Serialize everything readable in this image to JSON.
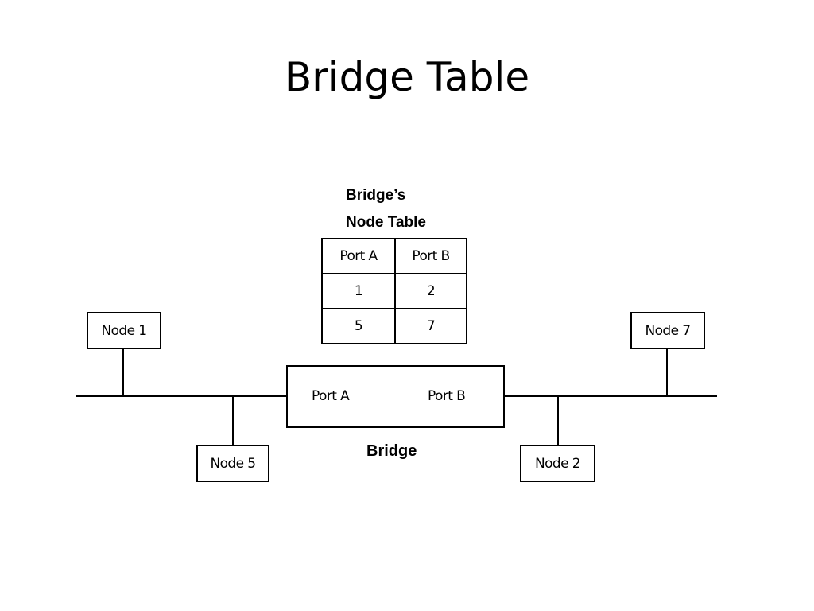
{
  "title": "Bridge Table",
  "diagram": {
    "table_caption": [
      "Bridge’s",
      "Node Table"
    ],
    "node_table": {
      "headers": [
        "Port A",
        "Port B"
      ],
      "rows": [
        [
          "1",
          "2"
        ],
        [
          "5",
          "7"
        ]
      ]
    },
    "bridge_label": "Bridge",
    "ports": {
      "a": "Port A",
      "b": "Port B"
    },
    "nodes": {
      "node1": "Node 1",
      "node5": "Node 5",
      "node2": "Node 2",
      "node7": "Node 7"
    }
  }
}
